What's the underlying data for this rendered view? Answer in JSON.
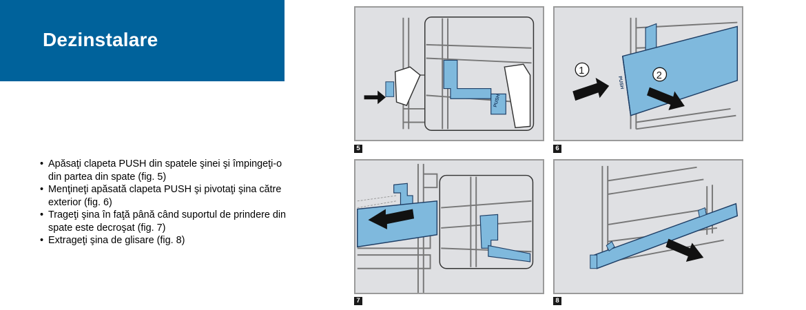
{
  "header": {
    "title": "Dezinstalare"
  },
  "instructions": [
    "Apăsaţi clapeta PUSH din spatele şinei şi împingeţi-o din partea din spate (fig. 5)",
    "Menţineţi apăsată clapeta PUSH şi pivotaţi şina către exterior (fig. 6)",
    "Trageţi şina în faţă până când suportul de prindere din spate este decroşat (fig. 7)",
    "Extrageţi şina de glisare (fig. 8)"
  ],
  "figures": {
    "fig5": {
      "number": "5",
      "tab_label": "PUSH"
    },
    "fig6": {
      "number": "6",
      "tab_label": "PUSH",
      "step_1": "1",
      "step_2": "2"
    },
    "fig7": {
      "number": "7"
    },
    "fig8": {
      "number": "8"
    }
  },
  "colors": {
    "banner": "#00629b",
    "rail_blue": "#7fb9dd",
    "panel": "#dfe0e3"
  },
  "icons": [
    "arrow-right-icon",
    "arrow-left-icon",
    "arrow-down-right-icon"
  ]
}
